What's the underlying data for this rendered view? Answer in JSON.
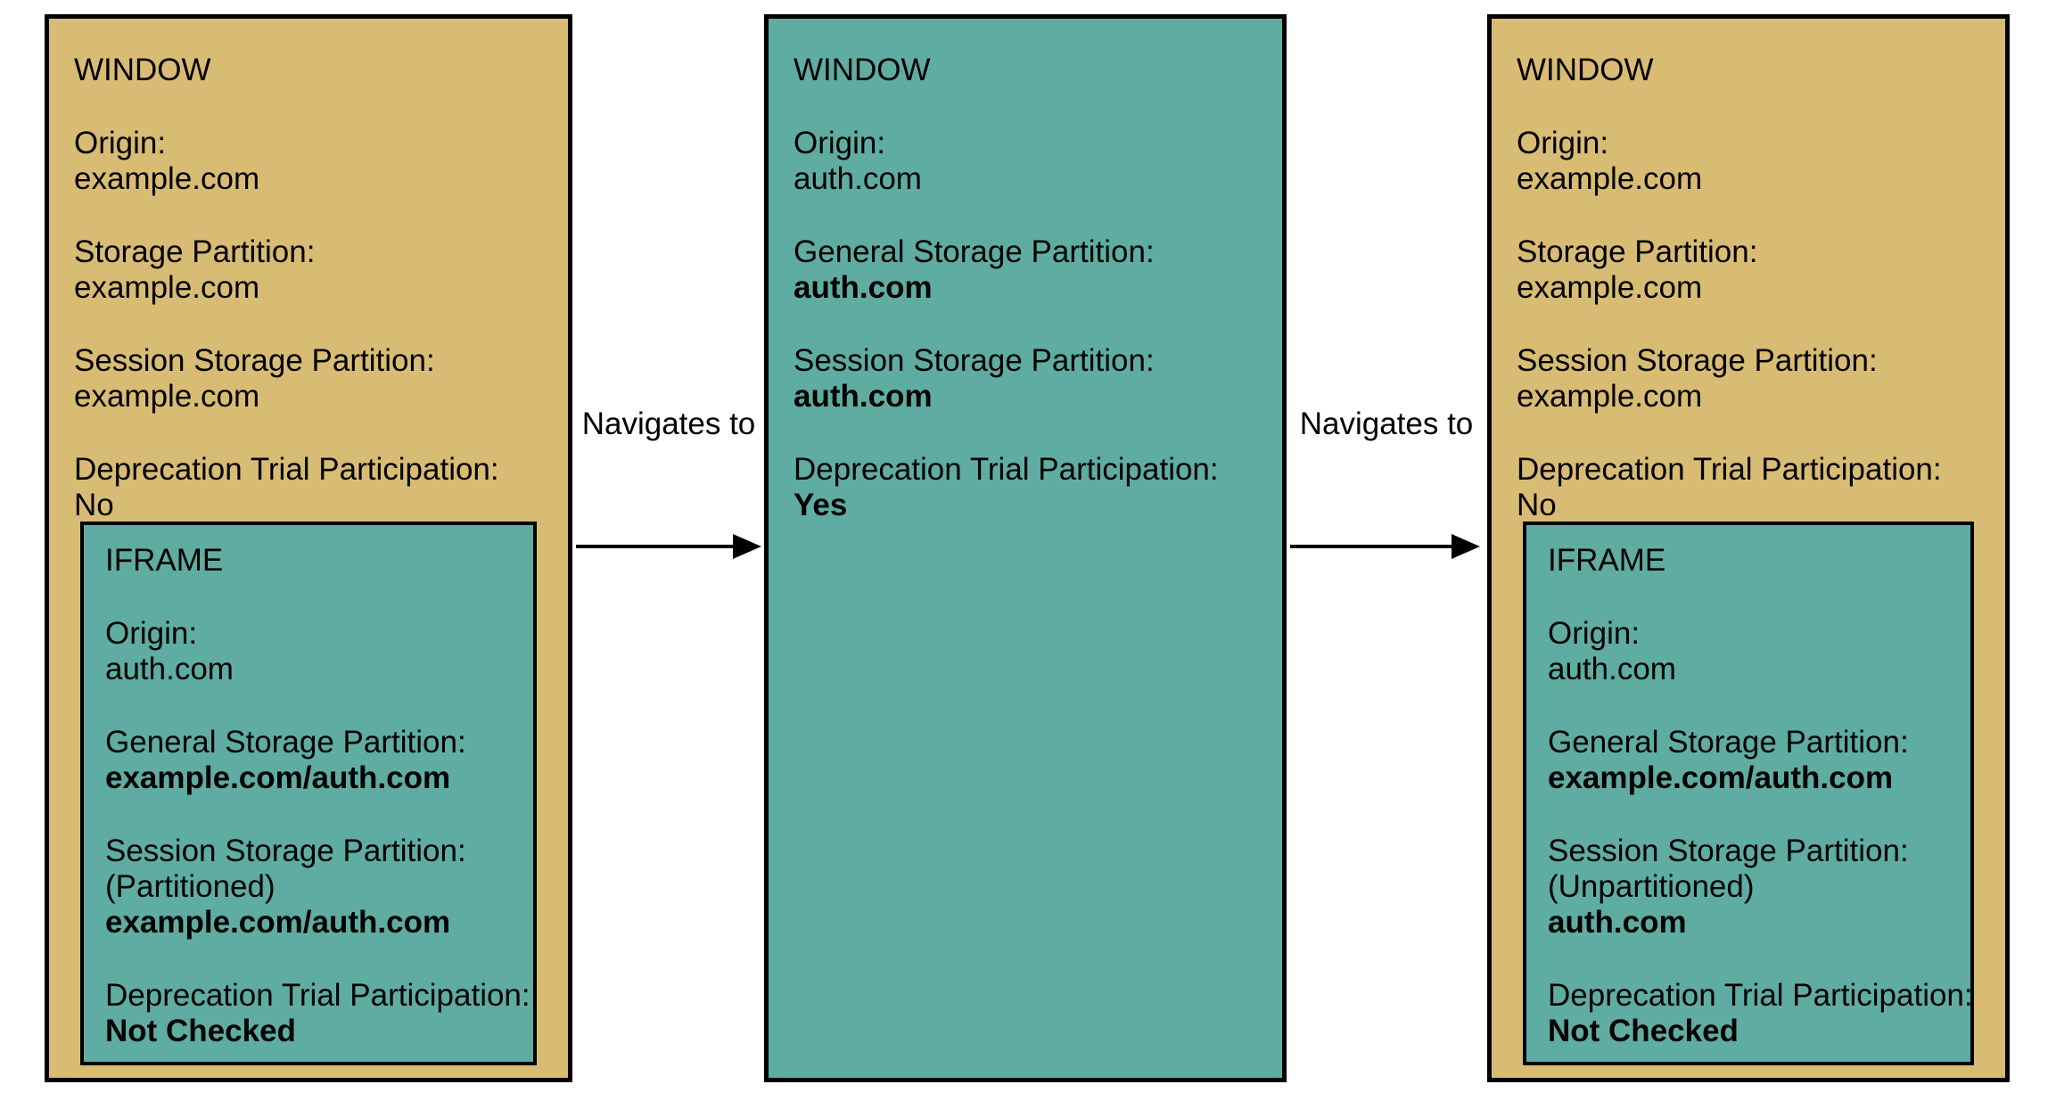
{
  "colors": {
    "page_background": "#FFFFFF",
    "window_fill": "#D8BC74",
    "iframe_fill": "#5FACA2",
    "border": "#000000",
    "text": "#000000"
  },
  "panel1": {
    "title": "WINDOW",
    "origin_label": "Origin:",
    "origin_value": "example.com",
    "storage_label": "Storage Partition:",
    "storage_value": "example.com",
    "session_label": "Session Storage Partition:",
    "session_value": "example.com",
    "trial_label": "Deprecation Trial Participation:",
    "trial_value": "No",
    "iframe": {
      "title": "IFRAME",
      "origin_label": "Origin:",
      "origin_value": "auth.com",
      "general_label": "General Storage Partition:",
      "general_value": "example.com/auth.com",
      "session_label": "Session Storage Partition:",
      "session_note": "(Partitioned)",
      "session_value": "example.com/auth.com",
      "trial_label": "Deprecation Trial Participation:",
      "trial_value": "Not Checked"
    }
  },
  "panel2": {
    "title": "WINDOW",
    "origin_label": "Origin:",
    "origin_value": "auth.com",
    "general_label": "General Storage Partition:",
    "general_value": "auth.com",
    "session_label": "Session Storage Partition:",
    "session_value": "auth.com",
    "trial_label": "Deprecation Trial Participation:",
    "trial_value": "Yes"
  },
  "panel3": {
    "title": "WINDOW",
    "origin_label": "Origin:",
    "origin_value": "example.com",
    "storage_label": "Storage Partition:",
    "storage_value": "example.com",
    "session_label": "Session Storage Partition:",
    "session_value": "example.com",
    "trial_label": "Deprecation Trial Participation:",
    "trial_value": "No",
    "iframe": {
      "title": "IFRAME",
      "origin_label": "Origin:",
      "origin_value": "auth.com",
      "general_label": "General Storage Partition:",
      "general_value": "example.com/auth.com",
      "session_label": "Session Storage Partition:",
      "session_note": "(Unpartitioned)",
      "session_value": "auth.com",
      "trial_label": "Deprecation Trial Participation:",
      "trial_value": "Not Checked"
    }
  },
  "arrows": [
    {
      "label": "Navigates to"
    },
    {
      "label": "Navigates to"
    }
  ]
}
